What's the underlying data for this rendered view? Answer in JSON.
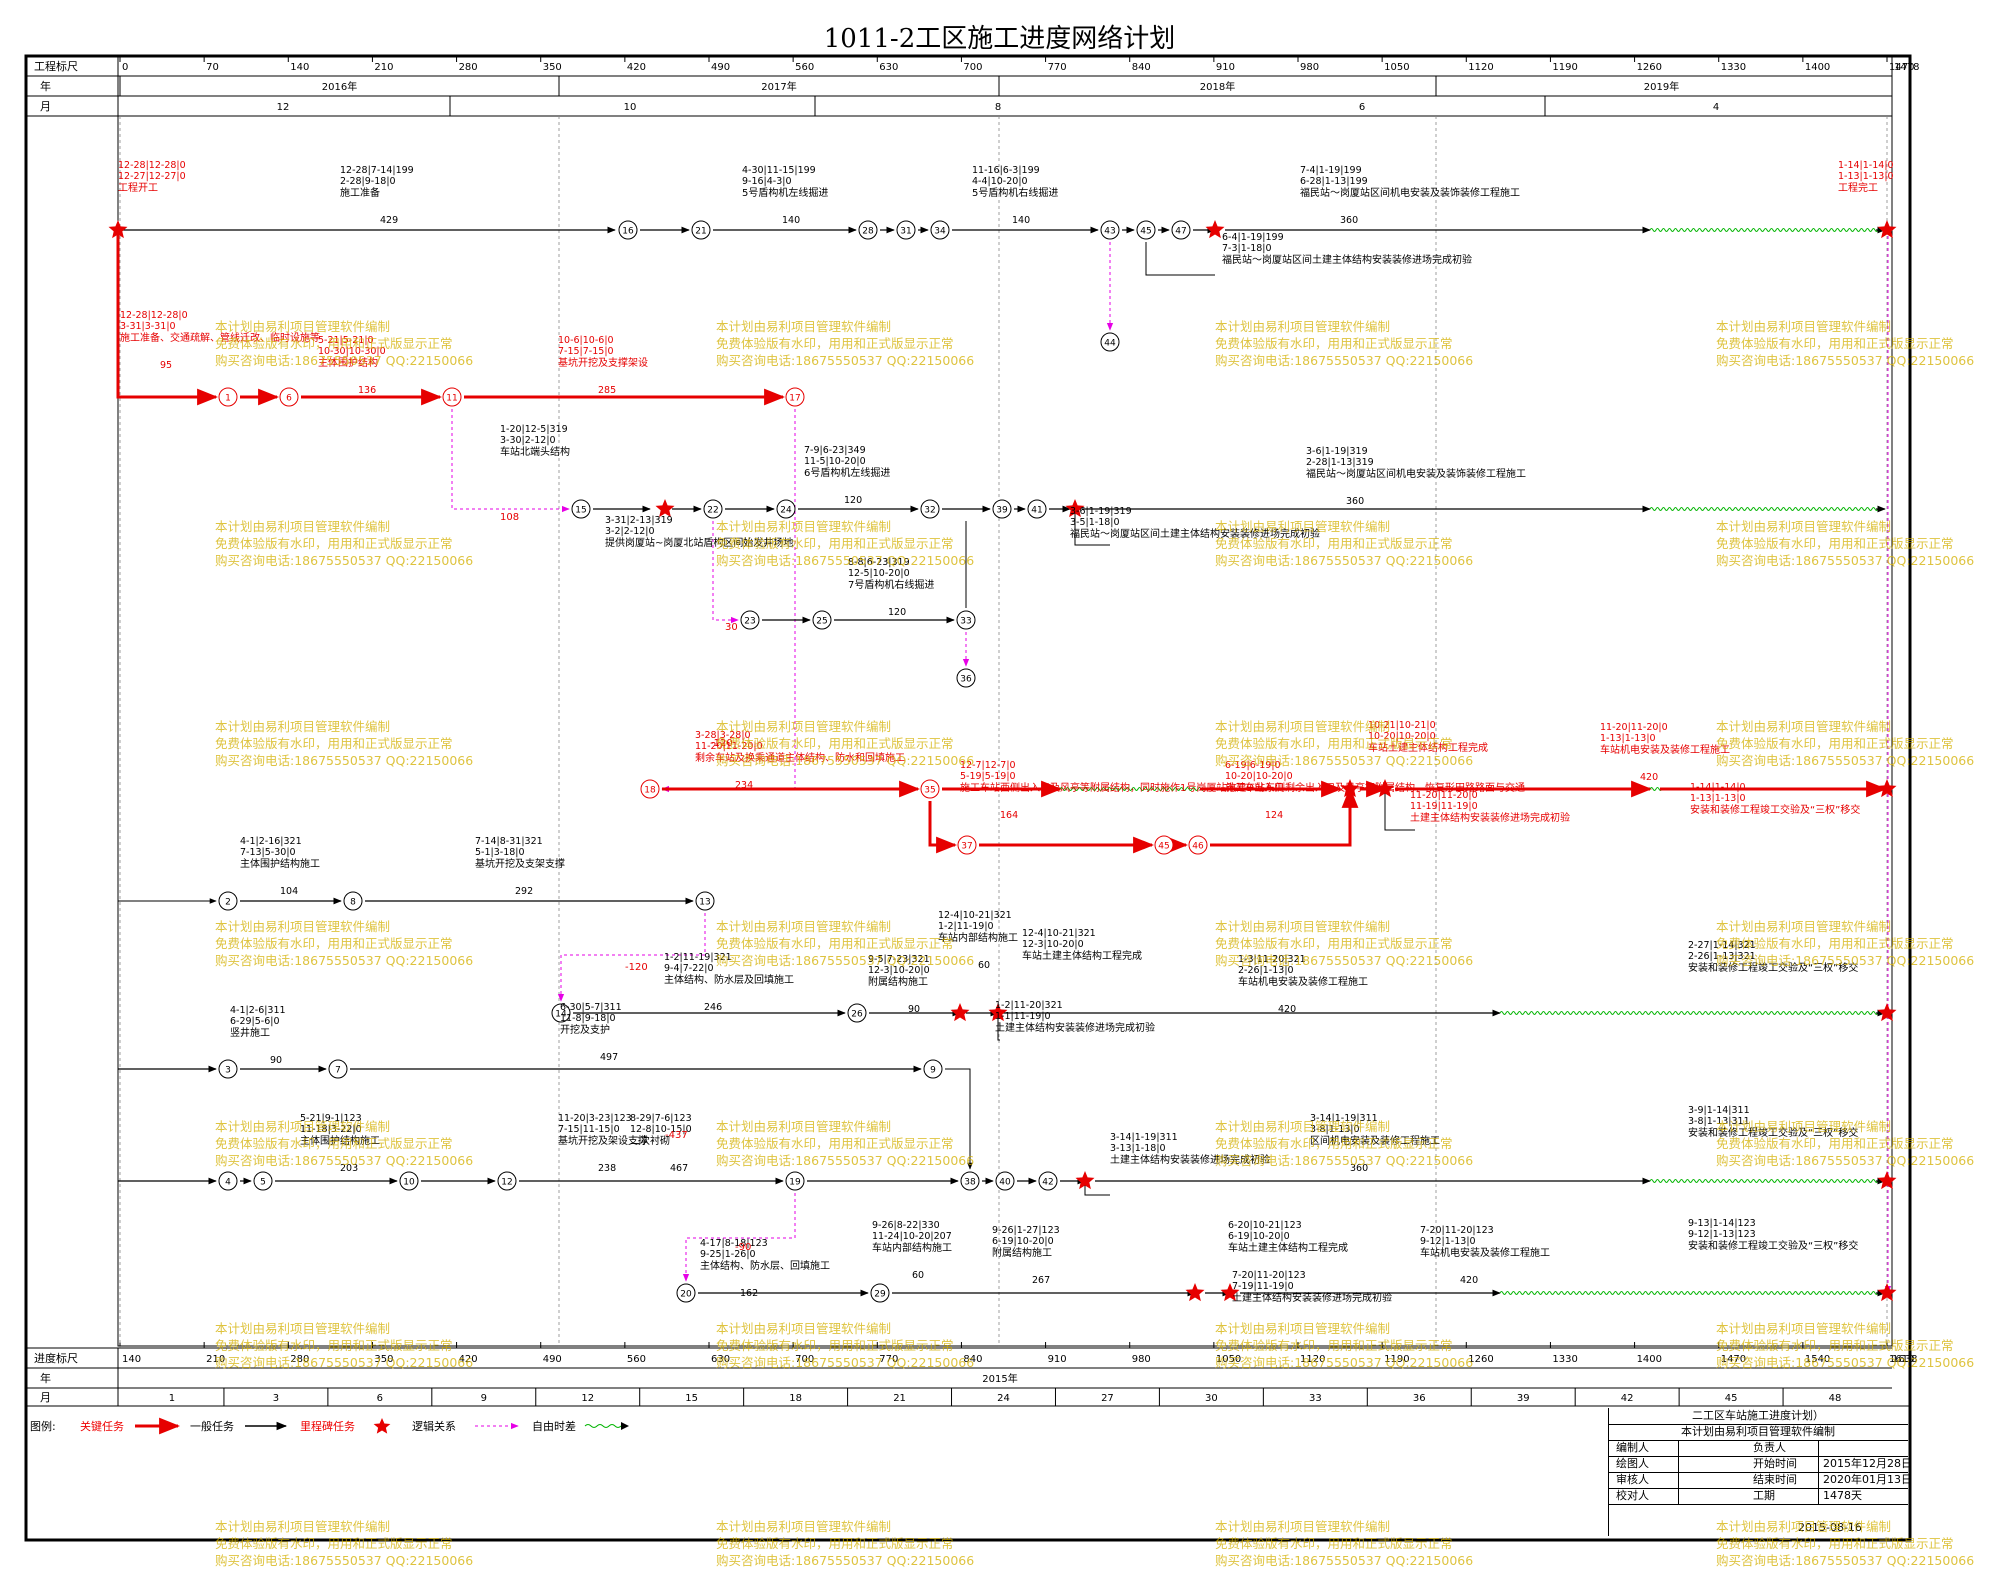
{
  "title": "1011-2工区施工进度网络计划",
  "top_scale": {
    "label_scale": "工程标尺",
    "label_year": "年",
    "label_month": "月",
    "ticks": [
      "0",
      "70",
      "140",
      "210",
      "280",
      "350",
      "420",
      "490",
      "560",
      "630",
      "700",
      "770",
      "840",
      "910",
      "980",
      "1050",
      "1120",
      "1190",
      "1260",
      "1330",
      "1400",
      "1470"
    ],
    "end_tick": "1478",
    "years": [
      "2016年",
      "2017年",
      "2018年",
      "2019年"
    ],
    "months": [
      "12",
      "10",
      "8",
      "6",
      "4"
    ]
  },
  "bottom_scale": {
    "label_scale": "进度标尺",
    "label_year": "年",
    "label_month": "月",
    "ticks": [
      "140",
      "210",
      "280",
      "350",
      "420",
      "490",
      "560",
      "630",
      "700",
      "770",
      "840",
      "910",
      "980",
      "1050",
      "1120",
      "1190",
      "1260",
      "1330",
      "1400",
      "1470",
      "1540",
      "1610"
    ],
    "end_tick": "1638",
    "year": "2015年",
    "months": [
      "1",
      "3",
      "6",
      "9",
      "12",
      "15",
      "18",
      "21",
      "24",
      "27",
      "30",
      "33",
      "36",
      "39",
      "42",
      "45",
      "48"
    ]
  },
  "colors": {
    "critical": "#e60000",
    "normal": "#000000",
    "logic": "#e600e6",
    "float": "#00b400",
    "watermark": "#d4b000"
  },
  "nodes": [
    {
      "id": "1"
    },
    {
      "id": "2"
    },
    {
      "id": "3"
    },
    {
      "id": "4"
    },
    {
      "id": "5"
    },
    {
      "id": "6"
    },
    {
      "id": "7"
    },
    {
      "id": "8"
    },
    {
      "id": "9"
    },
    {
      "id": "10"
    },
    {
      "id": "11"
    },
    {
      "id": "12"
    },
    {
      "id": "13"
    },
    {
      "id": "14"
    },
    {
      "id": "15"
    },
    {
      "id": "16"
    },
    {
      "id": "17"
    },
    {
      "id": "18"
    },
    {
      "id": "19"
    },
    {
      "id": "20"
    },
    {
      "id": "21"
    },
    {
      "id": "22"
    },
    {
      "id": "23"
    },
    {
      "id": "24"
    },
    {
      "id": "25"
    },
    {
      "id": "26"
    },
    {
      "id": "27"
    },
    {
      "id": "28"
    },
    {
      "id": "29"
    },
    {
      "id": "30"
    },
    {
      "id": "31"
    },
    {
      "id": "32"
    },
    {
      "id": "33"
    },
    {
      "id": "34"
    },
    {
      "id": "35"
    },
    {
      "id": "36"
    },
    {
      "id": "37"
    },
    {
      "id": "38"
    },
    {
      "id": "39"
    },
    {
      "id": "40"
    },
    {
      "id": "41"
    },
    {
      "id": "42"
    },
    {
      "id": "43"
    },
    {
      "id": "44"
    },
    {
      "id": "45"
    },
    {
      "id": "46"
    },
    {
      "id": "47"
    }
  ],
  "tasks": [
    {
      "name": "工程开工",
      "dates": "12-28|12-28|0\n12-27|12-27|0",
      "dur": "",
      "kind": "critical"
    },
    {
      "name": "施工准备",
      "dates": "12-28|7-14|199\n2-28|9-18|0",
      "dur": "429",
      "kind": "normal"
    },
    {
      "name": "5号盾构机左线掘进",
      "dates": "4-30|11-15|199\n9-16|4-3|0",
      "dur": "140",
      "kind": "normal"
    },
    {
      "name": "5号盾构机右线掘进",
      "dates": "11-16|6-3|199\n4-4|10-20|0",
      "dur": "140",
      "kind": "normal"
    },
    {
      "name": "福民站～岗厦站区间机电安装及装饰装修工程施工",
      "dates": "7-4|1-19|199\n6-28|1-13|199",
      "dur": "360",
      "kind": "normal"
    },
    {
      "name": "福民站～岗厦站区间土建主体结构安装装修进场完成初验",
      "dates": "6-4|1-19|199\n7-3|1-18|0",
      "dur": "",
      "kind": "normal"
    },
    {
      "name": "工程完工",
      "dates": "1-14|1-14|0\n1-13|1-13|0",
      "dur": "",
      "kind": "critical"
    },
    {
      "name": "施工准备、交通疏解、管线迁改、临时设施等",
      "dates": "12-28|12-28|0\n3-31|3-31|0",
      "dur": "95",
      "kind": "critical"
    },
    {
      "name": "主体围护结构",
      "dates": "5-21|5-21|0\n10-30|10-30|0",
      "dur": "136",
      "kind": "critical"
    },
    {
      "name": "基坑开挖及支撑架设",
      "dates": "10-6|10-6|0\n7-15|7-15|0",
      "dur": "285",
      "kind": "critical"
    },
    {
      "name": "车站北端头结构",
      "dates": "1-20|12-5|319\n3-30|2-12|0",
      "dur": "",
      "kind": "normal"
    },
    {
      "name": "提供岗厦站~岗厦北站盾构区间始发井场地",
      "dates": "3-31|2-13|319\n3-2|2-12|0",
      "dur": "",
      "kind": "normal"
    },
    {
      "name": "6号盾构机左线掘进",
      "dates": "7-9|6-23|349\n11-5|10-20|0",
      "dur": "120",
      "kind": "normal"
    },
    {
      "name": "福民站～岗厦站区间机电安装及装饰装修工程施工",
      "dates": "3-6|1-19|319\n2-28|1-13|319",
      "dur": "360",
      "kind": "normal"
    },
    {
      "name": "福民站～岗厦站区间土建主体结构安装装修进场完成初验",
      "dates": "3-6|1-19|319\n3-5|1-18|0",
      "dur": "",
      "kind": "normal"
    },
    {
      "name": "7号盾构机右线掘进",
      "dates": "8-8|6-23|319\n12-5|10-20|0",
      "dur": "120",
      "kind": "normal"
    },
    {
      "name": "剩余车站及换乘通道主体结构、防水和回填施工",
      "dates": "3-28|3-28|0\n11-20|11-20|0",
      "dur": "234",
      "kind": "critical"
    },
    {
      "name": "施工车站西侧出入口及风亭等附属结构，同时施作1号岗厦站改建D出入口",
      "dates": "12-7|12-7|0\n5-19|5-19|0",
      "dur": "164",
      "kind": "critical"
    },
    {
      "name": "施工车站东侧剩余出入口及风亭等附属结构，恢复形田路路面与交通",
      "dates": "6-19|6-19|0\n10-20|10-20|0",
      "dur": "124",
      "kind": "critical"
    },
    {
      "name": "车站土建主体结构工程完成",
      "dates": "10-21|10-21|0\n10-20|10-20|0",
      "dur": "",
      "kind": "critical"
    },
    {
      "name": "车站机电安装及装修工程施工",
      "dates": "11-20|11-20|0\n1-13|1-13|0",
      "dur": "420",
      "kind": "critical"
    },
    {
      "name": "土建主体结构安装装修进场完成初验",
      "dates": "11-20|11-20|0\n11-19|11-19|0",
      "dur": "",
      "kind": "critical"
    },
    {
      "name": "安装和装修工程竣工交验及“三权”移交",
      "dates": "1-14|1-14|0\n1-13|1-13|0",
      "dur": "",
      "kind": "critical"
    },
    {
      "name": "主体围护结构施工",
      "dates": "4-1|2-16|321\n7-13|5-30|0",
      "dur": "104",
      "kind": "normal"
    },
    {
      "name": "基坑开挖及支架支撑",
      "dates": "7-14|8-31|321\n5-1|3-18|0",
      "dur": "292",
      "kind": "normal"
    },
    {
      "name": "主体结构、防水层及回填施工",
      "dates": "1-2|11-19|321\n9-4|7-22|0",
      "dur": "246",
      "kind": "normal"
    },
    {
      "name": "附属结构施工",
      "dates": "9-5|7-23|321\n12-3|10-20|0",
      "dur": "90",
      "kind": "normal"
    },
    {
      "name": "车站土建主体结构工程完成",
      "dates": "12-4|10-21|321\n12-3|10-20|0",
      "dur": "",
      "kind": "normal"
    },
    {
      "name": "车站机电安装及装修工程施工",
      "dates": "1-3|11-20|321\n2-26|1-13|0",
      "dur": "420",
      "kind": "normal"
    },
    {
      "name": "土建主体结构安装装修进场完成初验",
      "dates": "1-2|11-20|321\n1-1|11-19|0",
      "dur": "",
      "kind": "normal"
    },
    {
      "name": "安装和装修工程竣工交验及“三权”移交",
      "dates": "2-27|1-14|321\n2-26|1-13|321",
      "dur": "",
      "kind": "normal"
    },
    {
      "name": "竖井施工",
      "dates": "4-1|2-6|311\n6-29|5-6|0",
      "dur": "90",
      "kind": "normal"
    },
    {
      "name": "开挖及支护",
      "dates": "6-30|5-7|311\n11-8|9-18|0",
      "dur": "497",
      "kind": "normal"
    },
    {
      "name": "主体围护结构施工",
      "dates": "5-21|9-1|123\n11-18|3-22|0",
      "dur": "203",
      "kind": "normal"
    },
    {
      "name": "基坑开挖及架设支撑",
      "dates": "11-20|3-23|123\n7-15|11-15|0",
      "dur": "238",
      "kind": "normal"
    },
    {
      "name": "二次衬砌",
      "dates": "8-29|7-6|123\n12-8|10-15|0",
      "dur": "467",
      "kind": "normal"
    },
    {
      "name": "土建主体结构安装装修进场完成初验",
      "dates": "3-14|1-19|311\n3-13|1-18|0",
      "dur": "",
      "kind": "normal"
    },
    {
      "name": "区间机电安装及装修工程施工",
      "dates": "3-14|1-19|311\n3-8|1-13|0",
      "dur": "360",
      "kind": "normal"
    },
    {
      "name": "安装和装修工程竣工交验及“三权”移交",
      "dates": "3-9|1-14|311\n3-8|1-13|311",
      "dur": "",
      "kind": "normal"
    },
    {
      "name": "主体结构、防水层、回填施工",
      "dates": "4-17|8-18|123\n9-25|1-26|0",
      "dur": "162",
      "kind": "normal"
    },
    {
      "name": "车站内部结构施工",
      "dates": "9-26|8-22|330\n11-24|10-20|207",
      "dur": "60",
      "kind": "normal"
    },
    {
      "name": "附属结构施工",
      "dates": "9-26|1-27|123\n6-19|10-20|0",
      "dur": "267",
      "kind": "normal"
    },
    {
      "name": "车站土建主体结构工程完成",
      "dates": "6-20|10-21|123\n6-19|10-20|0",
      "dur": "",
      "kind": "normal"
    },
    {
      "name": "车站机电安装及装修工程施工",
      "dates": "7-20|11-20|123\n9-12|1-13|0",
      "dur": "420",
      "kind": "normal"
    },
    {
      "name": "土建主体结构安装装修进场完成初验",
      "dates": "7-20|11-20|123\n7-19|11-19|0",
      "dur": "",
      "kind": "normal"
    },
    {
      "name": "安装和装修工程竣工交验及“三权”移交",
      "dates": "9-13|1-14|123\n9-12|1-13|123",
      "dur": "",
      "kind": "normal"
    },
    {
      "name": "车站内部结构施工",
      "dates": "12-4|10-21|321\n1-2|11-19|0",
      "dur": "60",
      "kind": "normal"
    }
  ],
  "free_floats": [
    "108",
    "-120",
    "-120",
    "-437",
    "-90",
    "30"
  ],
  "legend": {
    "title": "图例:",
    "critical": "关键任务",
    "normal": "一般任务",
    "milestone": "里程碑任务",
    "logic": "逻辑关系",
    "float": "自由时差"
  },
  "title_block": {
    "project": "二工区车站施工进度计划）",
    "subtitle": "本计划由易利项目管理软件编制",
    "rows": [
      {
        "l": "编制人",
        "v": "",
        "l2": "负责人",
        "v2": ""
      },
      {
        "l": "绘图人",
        "v": "",
        "l2": "开始时间",
        "v2": "2015年12月28日"
      },
      {
        "l": "审核人",
        "v": "",
        "l2": "结束时间",
        "v2": "2020年01月13日"
      },
      {
        "l": "校对人",
        "v": "",
        "l2": "工期",
        "v2": "1478天"
      }
    ],
    "date": "2015-08-16"
  },
  "watermark": [
    "本计划由易利项目管理软件编制",
    "免费体验版有水印，用用和正式版显示正常",
    "购买咨询电话:18675550537 QQ:22150066"
  ]
}
